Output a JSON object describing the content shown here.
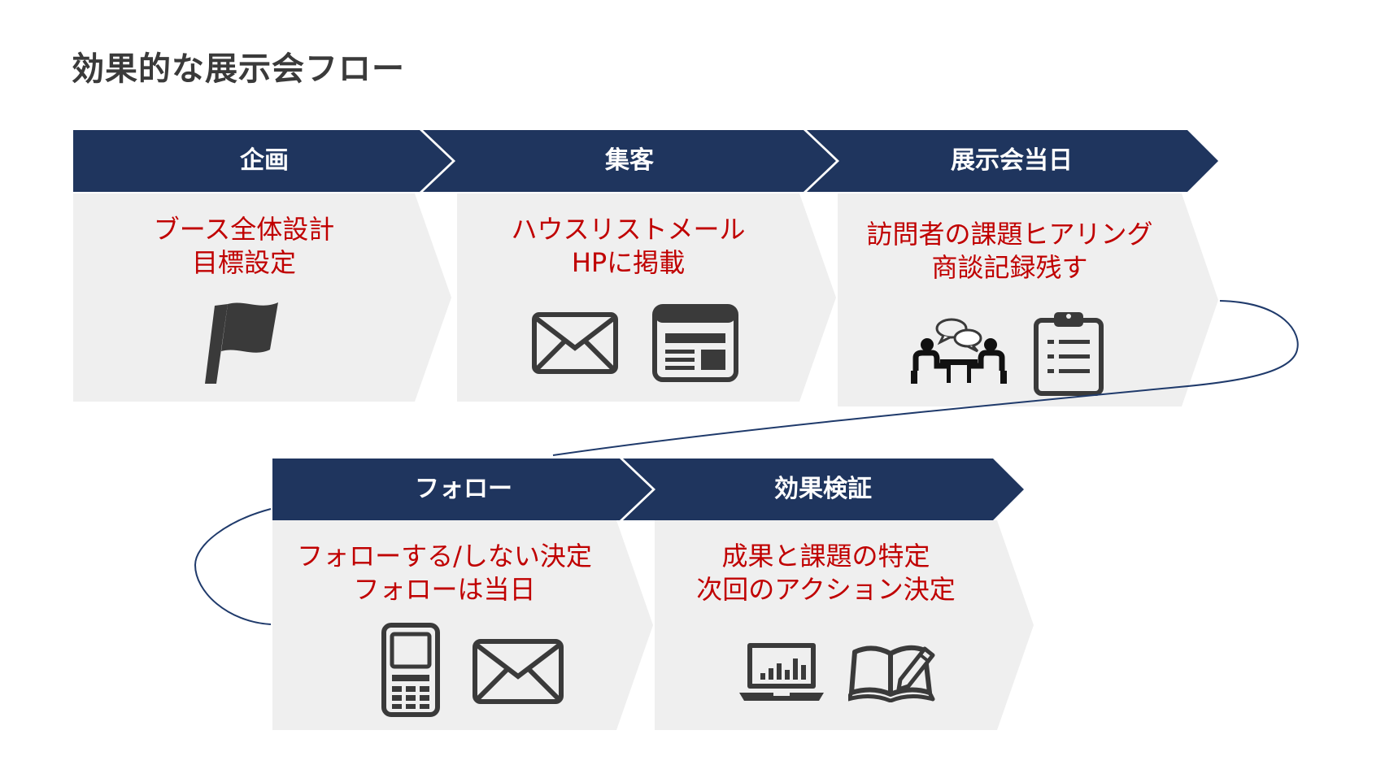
{
  "title": "効果的な展示会フロー",
  "colors": {
    "header": "#1f355e",
    "body": "#efefef",
    "accent_text": "#c00000",
    "icon": "#3a3a3a",
    "connector": "#1f3a6b"
  },
  "stages": [
    {
      "header": "企画",
      "lines": [
        "ブース全体設計",
        "目標設定"
      ],
      "icons": [
        "flag-icon"
      ]
    },
    {
      "header": "集客",
      "lines": [
        "ハウスリストメール",
        "HPに掲載"
      ],
      "icons": [
        "envelope-icon",
        "webpage-icon"
      ]
    },
    {
      "header": "展示会当日",
      "lines": [
        "訪問者の課題ヒアリング",
        "商談記録残す"
      ],
      "icons": [
        "meeting-icon",
        "clipboard-icon"
      ]
    },
    {
      "header": "フォロー",
      "lines": [
        "フォローする/しない決定",
        "フォローは当日"
      ],
      "icons": [
        "mobile-phone-icon",
        "envelope-icon"
      ]
    },
    {
      "header": "効果検証",
      "lines": [
        "成果と課題の特定",
        "次回のアクション決定"
      ],
      "icons": [
        "laptop-chart-icon",
        "notebook-pen-icon"
      ]
    }
  ]
}
